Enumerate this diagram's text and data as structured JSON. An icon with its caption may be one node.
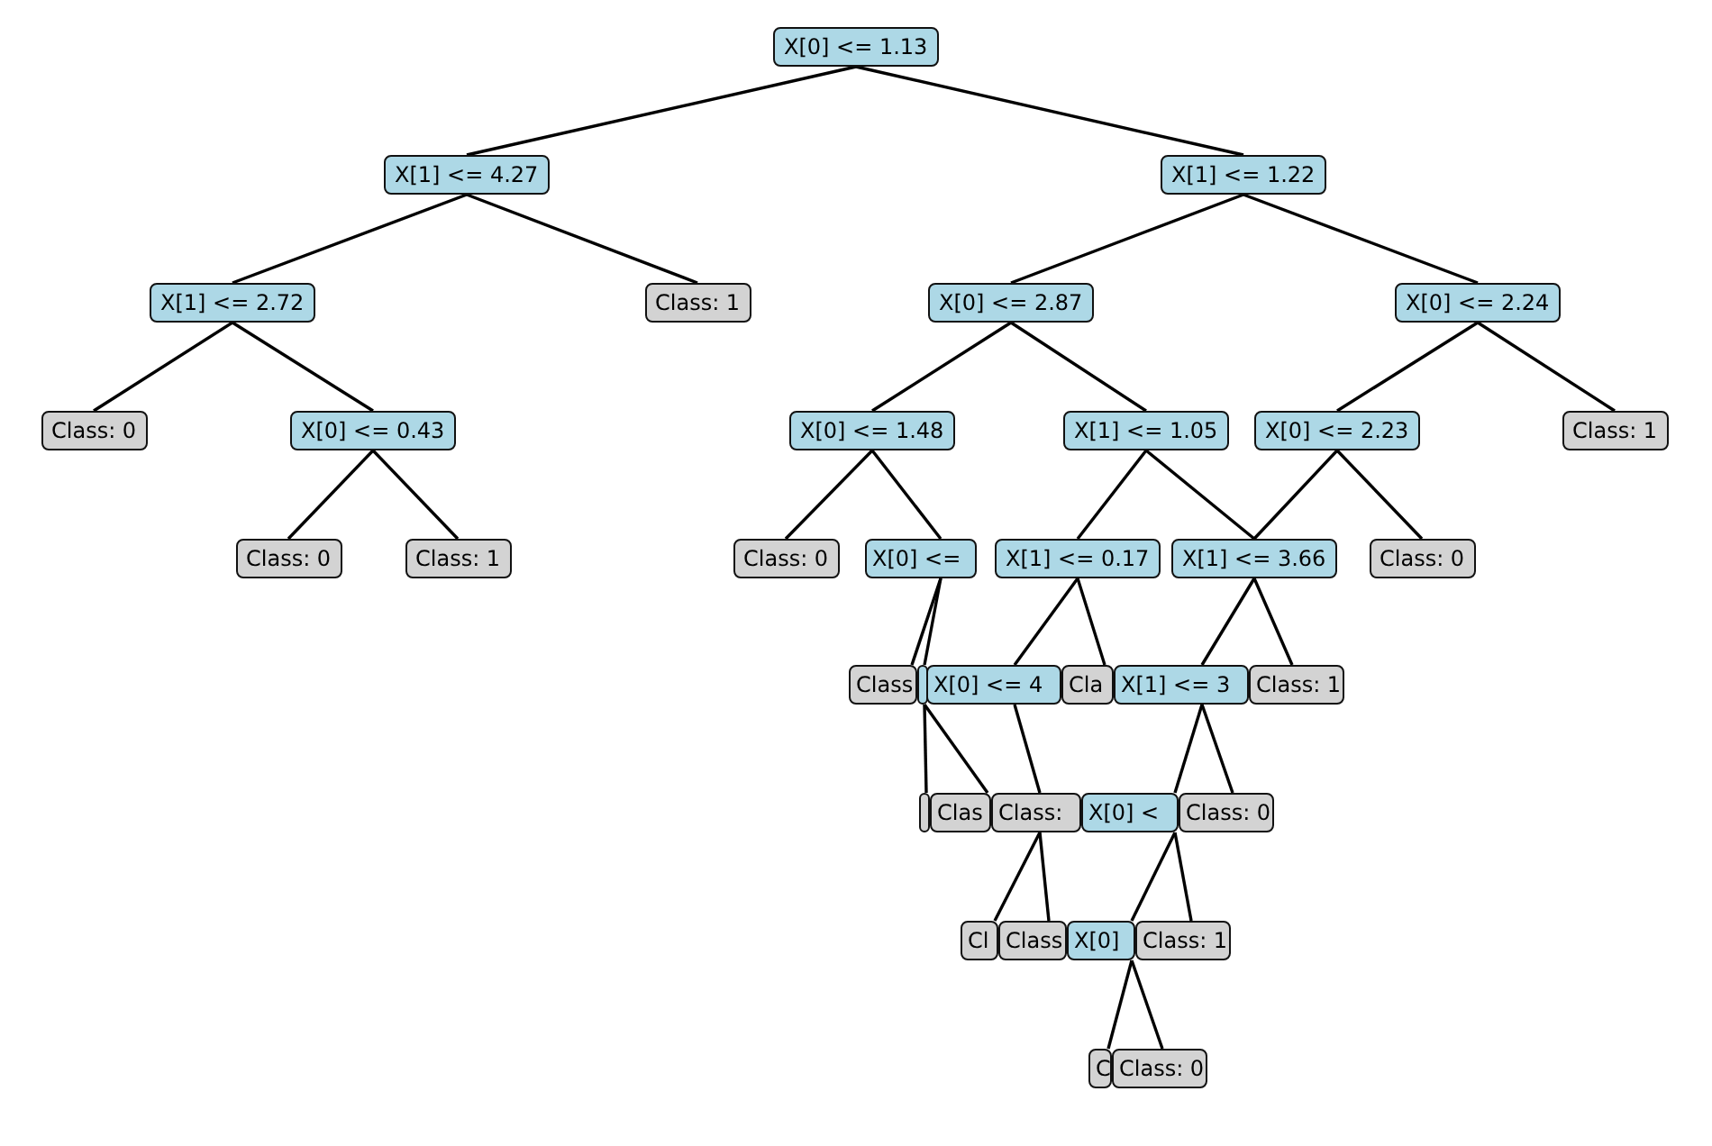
{
  "diagram": {
    "nodes": [
      {
        "text": [
          "X[0] <= 1.13"
        ]
      },
      {
        "text": [
          "X[1] <= 4.27"
        ]
      },
      {
        "text": [
          "X[1] <= 1.22"
        ]
      },
      {
        "text": [
          "X[1] <= 2.72"
        ]
      },
      {
        "text": [
          "Class: 1"
        ]
      },
      {
        "text": [
          "X[0] <= 2.87"
        ]
      },
      {
        "text": [
          "X[0] <= 2.24"
        ]
      },
      {
        "text": [
          "Class: 0"
        ]
      },
      {
        "text": [
          "X[0] <= 0.43"
        ]
      },
      {
        "text": [
          "X[0] <= 1.48"
        ]
      },
      {
        "text": [
          "X[1] <= 1.05"
        ]
      },
      {
        "text": [
          "X[0] <= 2.23"
        ]
      },
      {
        "text": [
          "Class: 1"
        ]
      },
      {
        "text": [
          "Class: 0"
        ]
      },
      {
        "text": [
          "Class: 1"
        ]
      },
      {
        "text": [
          "Class: 0"
        ]
      },
      {
        "text": [
          "X[0] <="
        ]
      },
      {
        "text": [
          "X[1] <= 0.17"
        ]
      },
      {
        "text": [
          "X[1] <= 3.66"
        ]
      },
      {
        "text": [
          "Class: 0"
        ]
      },
      {
        "text": [
          "Class"
        ]
      },
      {
        "text": [],
        "shape": "box"
      },
      {
        "text": [
          "X[0] <= 4"
        ]
      },
      {
        "text": [
          "Cla"
        ]
      },
      {
        "text": [
          "X[1] <= 3"
        ]
      },
      {
        "text": [
          "Class: 1"
        ]
      },
      {
        "text": [],
        "shape": "box"
      },
      {
        "text": [
          "Clas"
        ]
      },
      {
        "text": [
          "Class:"
        ]
      },
      {
        "text": [
          "X[0] <"
        ]
      },
      {
        "text": [
          "Class: 0"
        ]
      },
      {
        "text": [
          "Cl"
        ]
      },
      {
        "text": [
          "Class"
        ]
      },
      {
        "text": [
          "X[0]"
        ]
      },
      {
        "text": [
          "Class: 1"
        ]
      },
      {
        "text": [
          "C"
        ]
      },
      {
        "text": [
          "Class: 0"
        ]
      }
    ],
    "edges": [
      {
        "from": 0,
        "to": 1,
        "arrow": "none"
      },
      {
        "from": 0,
        "to": 2,
        "arrow": "none"
      },
      {
        "from": 1,
        "to": 3,
        "arrow": "none"
      },
      {
        "from": 1,
        "to": 4,
        "arrow": "none"
      },
      {
        "from": 2,
        "to": 5,
        "arrow": "none"
      },
      {
        "from": 2,
        "to": 6,
        "arrow": "none"
      },
      {
        "from": 3,
        "to": 7,
        "arrow": "none"
      },
      {
        "from": 3,
        "to": 8,
        "arrow": "none"
      },
      {
        "from": 5,
        "to": 9,
        "arrow": "none"
      },
      {
        "from": 5,
        "to": 10,
        "arrow": "none"
      },
      {
        "from": 6,
        "to": 11,
        "arrow": "none"
      },
      {
        "from": 6,
        "to": 12,
        "arrow": "none"
      },
      {
        "from": 8,
        "to": 13,
        "arrow": "none"
      },
      {
        "from": 8,
        "to": 14,
        "arrow": "none"
      },
      {
        "from": 9,
        "to": 15,
        "arrow": "none"
      },
      {
        "from": 9,
        "to": 16,
        "arrow": "none"
      },
      {
        "from": 10,
        "to": 17,
        "arrow": "none"
      },
      {
        "from": 10,
        "to": 18,
        "arrow": "none"
      },
      {
        "from": 11,
        "to": 18,
        "arrow": "none"
      },
      {
        "from": 11,
        "to": 19,
        "arrow": "none"
      },
      {
        "from": 16,
        "to": 20,
        "arrow": "none"
      },
      {
        "from": 16,
        "to": 21,
        "arrow": "none"
      },
      {
        "from": 17,
        "to": 22,
        "arrow": "none"
      },
      {
        "from": 17,
        "to": 23,
        "arrow": "none"
      },
      {
        "from": 18,
        "to": 24,
        "arrow": "none"
      },
      {
        "from": 18,
        "to": 25,
        "arrow": "none"
      },
      {
        "from": 21,
        "to": 26,
        "arrow": "none"
      },
      {
        "from": 21,
        "to": 27,
        "arrow": "none"
      },
      {
        "from": 22,
        "to": 28,
        "arrow": "none"
      },
      {
        "from": 28,
        "to": 31,
        "arrow": "none"
      },
      {
        "from": 28,
        "to": 32,
        "arrow": "none"
      },
      {
        "from": 24,
        "to": 29,
        "arrow": "none"
      },
      {
        "from": 24,
        "to": 30,
        "arrow": "none"
      },
      {
        "from": 29,
        "to": 33,
        "arrow": "none"
      },
      {
        "from": 29,
        "to": 34,
        "arrow": "none"
      },
      {
        "from": 33,
        "to": 35,
        "arrow": "none"
      },
      {
        "from": 33,
        "to": 36,
        "arrow": "none"
      }
    ]
  }
}
